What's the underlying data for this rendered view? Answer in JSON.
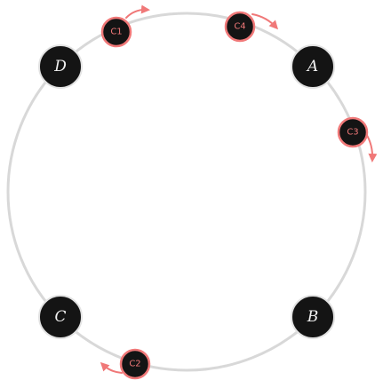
{
  "diagram": {
    "nodes": [
      {
        "id": "A",
        "label": "A"
      },
      {
        "id": "B",
        "label": "B"
      },
      {
        "id": "C",
        "label": "C"
      },
      {
        "id": "D",
        "label": "D"
      }
    ],
    "clients": [
      {
        "id": "c1",
        "label": "C1",
        "moves_to": "A"
      },
      {
        "id": "c2",
        "label": "C2",
        "moves_to": "C"
      },
      {
        "id": "c3",
        "label": "C3",
        "moves_to": "B"
      },
      {
        "id": "c4",
        "label": "C4",
        "moves_to": "A"
      }
    ],
    "colors": {
      "ring": "#d8d8d8",
      "node_fill": "#141414",
      "node_text": "#f2f2f2",
      "client_fill": "#141414",
      "client_stroke": "#f07878",
      "client_text": "#f07878",
      "arrow": "#f07878"
    }
  }
}
